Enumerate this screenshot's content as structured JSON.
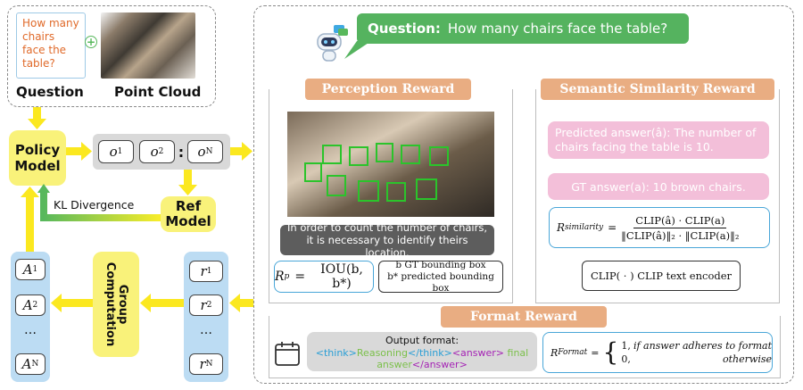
{
  "left": {
    "question_text": "How many chairs face the table?",
    "question_label": "Question",
    "point_cloud_label": "Point Cloud",
    "policy_model": [
      "Policy",
      "Model"
    ],
    "ref_model": [
      "Ref",
      "Model"
    ],
    "kl_divergence": "KL Divergence",
    "outputs": [
      "o",
      "o",
      "o"
    ],
    "output_subs": [
      "1",
      "2",
      "N"
    ],
    "output_ellipsis": ":",
    "group_computation": "Group Computation",
    "advantages": [
      "A",
      "A",
      "…",
      "A"
    ],
    "advantage_subs": [
      "1",
      "2",
      "",
      "N"
    ],
    "rewards": [
      "r",
      "r",
      "…",
      "r"
    ],
    "reward_subs": [
      "1",
      "2",
      "",
      "N"
    ]
  },
  "right": {
    "question_label": "Question:",
    "question_text": "How many chairs face the table?",
    "perception": {
      "title": "Perception Reward",
      "caption": "In order to count the number of chairs, it is necessary to identify theirs location.",
      "formula": "IOU(b, b*)",
      "formula_lhs": "R",
      "formula_lhs_sub": "p",
      "legend_gt": "b GT bounding box",
      "legend_pred": "b* predicted bounding box"
    },
    "semantic": {
      "title": "Semantic Similarity Reward",
      "predicted": "Predicted answer(â): The number of chairs facing the table is 10.",
      "gt": "GT answer(a): 10 brown chairs.",
      "formula_lhs": "R",
      "formula_lhs_sub": "similarity",
      "numerator": "CLIP(â) · CLIP(a)",
      "denominator": "‖CLIP(â)‖₂ · ‖CLIP(a)‖₂",
      "clip_note": "CLIP( · ) CLIP text encoder"
    },
    "format": {
      "title": "Format Reward",
      "output_format_label": "Output format:",
      "think_open": "<think>",
      "reasoning": "Reasoning",
      "think_close": "</think>",
      "answer_open": "<answer>",
      "final_answer": "final answer",
      "answer_close": "</answer>",
      "formula_lhs": "R",
      "formula_lhs_sub": "Format",
      "case1_value": "1,",
      "case1_cond": "if answer adheres to format",
      "case2_value": "0,",
      "case2_cond": "otherwise"
    }
  },
  "colors": {
    "arrow_yellow": "#fbe81f",
    "policy_yellow": "#f9f27a",
    "blue_column": "#bcdcf3",
    "reward_title": "#e9ad82",
    "pink_answer": "#f3bfd9",
    "question_green": "#55b35f",
    "think_tag": "#2a9fd6",
    "reasoning_text": "#7cc04b",
    "answer_tag": "#a524b5"
  }
}
